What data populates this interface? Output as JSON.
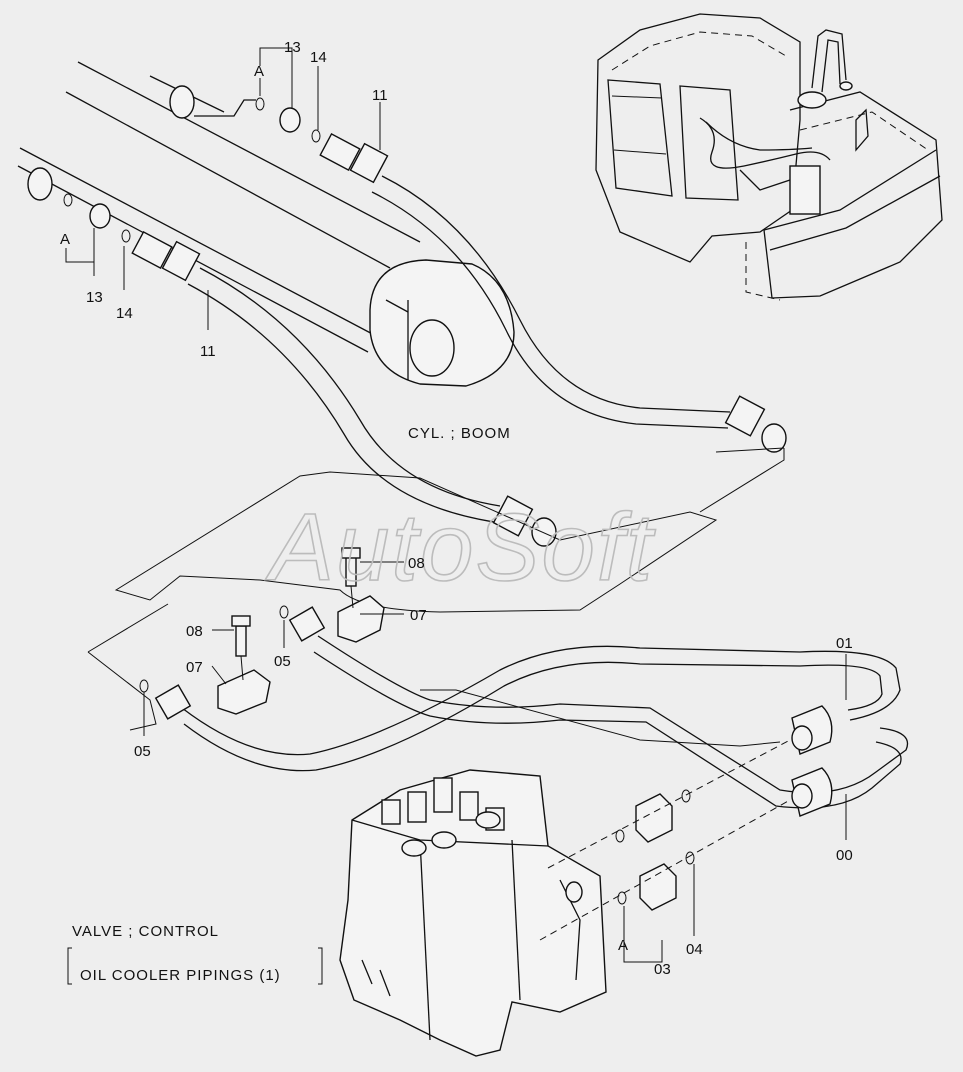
{
  "diagram": {
    "cylinder_label": "CYL. ; BOOM",
    "valve_label": "VALVE ; CONTROL",
    "caption": "OIL  COOLER  PIPINGS (1)",
    "watermark": "AutoSoft",
    "callouts": {
      "n11_upper": "11",
      "n11_lower": "11",
      "n13_upper": "13",
      "n13_lower": "13",
      "n14_upper": "14",
      "n14_lower": "14",
      "a_upper": "A",
      "a_lower": "A",
      "a_valve": "A",
      "n08_upper": "08",
      "n08_lower": "08",
      "n07_upper": "07",
      "n07_lower": "07",
      "n05_upper": "05",
      "n05_lower": "05",
      "n01": "01",
      "n00": "00",
      "n03": "03",
      "n04": "04"
    }
  }
}
